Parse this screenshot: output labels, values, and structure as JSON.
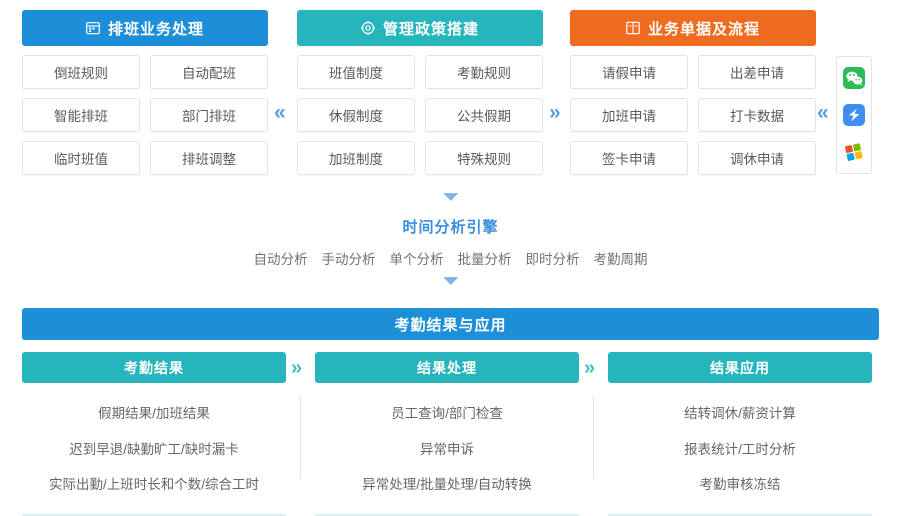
{
  "top": {
    "columns": [
      {
        "icon": "calendar-icon",
        "title": "排班业务处理",
        "color": "#1d8fd8",
        "chips": [
          "倒班规则",
          "自动配班",
          "智能排班",
          "部门排班",
          "临时班值",
          "排班调整"
        ]
      },
      {
        "icon": "gear-icon",
        "title": "管理政策搭建",
        "color": "#27b5bd",
        "chips": [
          "班值制度",
          "考勤规则",
          "休假制度",
          "公共假期",
          "加班制度",
          "特殊规则"
        ]
      },
      {
        "icon": "form-document-icon",
        "title": "业务单据及流程",
        "color": "#ef6b1f",
        "chips": [
          "请假申请",
          "出差申请",
          "加班申请",
          "打卡数据",
          "签卡申请",
          "调休申请"
        ]
      }
    ],
    "separators": [
      "«",
      "»",
      "«"
    ],
    "app_icons": [
      "wechat-icon",
      "dingtalk-icon",
      "windows-icon"
    ]
  },
  "middle": {
    "chevron": "»",
    "title": "时间分析引擎",
    "items": [
      "自动分析",
      "手动分析",
      "单个分析",
      "批量分析",
      "即时分析",
      "考勤周期"
    ]
  },
  "bottom": {
    "banner": "考勤结果与应用",
    "separators": [
      "»",
      "»"
    ],
    "panels": [
      {
        "title": "考勤结果",
        "lines": [
          "假期结果/加班结果",
          "迟到早退/缺勤旷工/缺时漏卡",
          "实际出勤/上班时长和个数/综合工时"
        ]
      },
      {
        "title": "结果处理",
        "lines": [
          "员工查询/部门检查",
          "异常申诉",
          "异常处理/批量处理/自动转换"
        ]
      },
      {
        "title": "结果应用",
        "lines": [
          "结转调休/薪资计算",
          "报表统计/工时分析",
          "考勤审核冻结"
        ]
      }
    ]
  }
}
